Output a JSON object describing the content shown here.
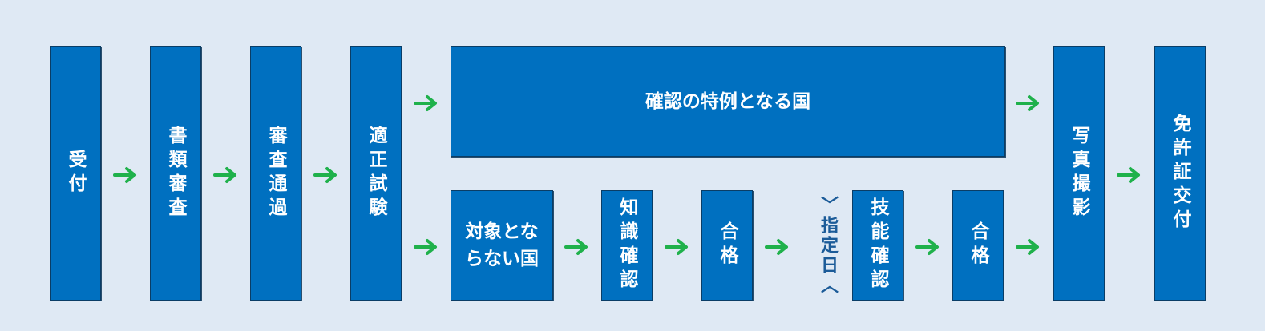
{
  "steps": {
    "reception": "受付",
    "document_review": "書類審査",
    "review_passed": "審査通過",
    "aptitude_test": "適正試験",
    "exempt_countries": "確認の特例となる国",
    "target_countries_line1": "対象とな",
    "target_countries_line2": "らない国",
    "knowledge_check": "知識確認",
    "pass_1": "合格",
    "designated_date": "〉指定日〈",
    "skill_check": "技能確認",
    "pass_2": "合格",
    "photo": "写真撮影",
    "license_issue": "免許証交付"
  },
  "colors": {
    "background": "#dfe9f4",
    "box_fill": "#0070c0",
    "box_text": "#ffffff",
    "arrow": "#1fb14b",
    "date_text": "#1b5b98"
  }
}
